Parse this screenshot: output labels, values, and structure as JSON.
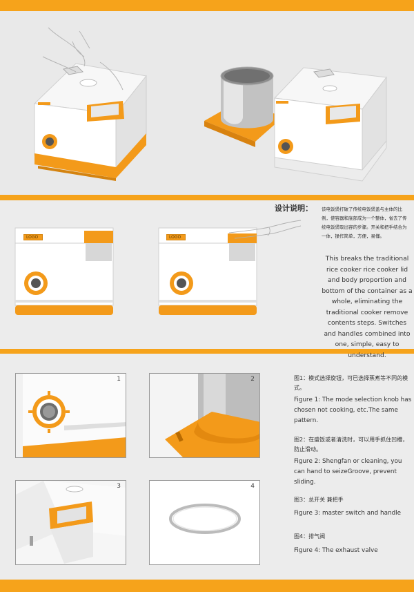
{
  "design_section": {
    "title": "设计说明：",
    "chinese_description": "该电饭煲打破了传统电饭煲盖与主体的比例，使容器和底部成为一个整体，省去了传统电饭煲取出容的步骤。开关和把手结合为一体，操作简单，方便，易懂。",
    "english_description": "This breaks the traditional rice cooker rice cooker lid and body proportion and bottom of the container as a whole, eliminating the traditional cooker remove contents steps. Switches and handles combined into one, simple, easy to understand."
  },
  "front_views": [
    {
      "logo": "LOGO"
    },
    {
      "logo": "LOGO"
    }
  ],
  "detail_photos": [
    {
      "number": "1"
    },
    {
      "number": "2"
    },
    {
      "number": "3"
    },
    {
      "number": "4"
    }
  ],
  "figures": [
    {
      "cn": "图1：模式选择旋钮，可已选择蒸煮等不同的模式。",
      "en": "Figure 1: The mode selection knob has chosen not cooking, etc.The same pattern."
    },
    {
      "cn": "图2：在盛饭或者清洗时，可以用手抓住凹槽，防止滑动。",
      "en": "Figure 2: Shengfan or cleaning, you can hand to seizeGroove, prevent sliding."
    },
    {
      "cn": "图3：总开关 兼把手",
      "en": "Figure 3: master switch and handle"
    },
    {
      "cn": "图4：排气阀",
      "en": "Figure 4: The exhaust valve"
    }
  ],
  "colors": {
    "accent_orange": "#f6a31b",
    "product_white": "#ffffff",
    "background_gray": "#ececec"
  }
}
